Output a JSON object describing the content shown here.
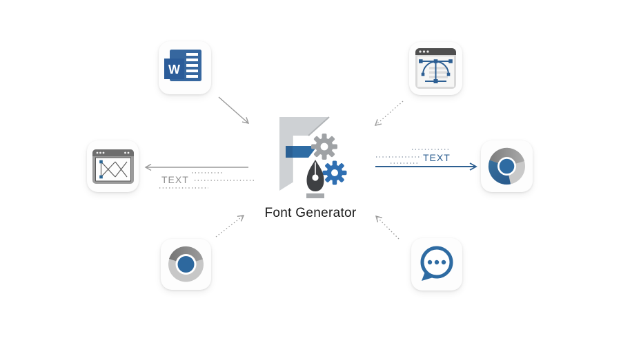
{
  "title": "Font Generator",
  "flow_labels": {
    "left": "TEXT",
    "right": "TEXT"
  },
  "connections": [
    {
      "from": "word-document",
      "to": "font-generator",
      "style": "solid",
      "label": ""
    },
    {
      "from": "vector-editor",
      "to": "font-generator",
      "style": "dotted",
      "label": ""
    },
    {
      "from": "font-generator",
      "to": "browser-wireframe",
      "style": "solid",
      "label": "TEXT"
    },
    {
      "from": "font-generator",
      "to": "chromium-browser",
      "style": "solid",
      "label": "TEXT"
    },
    {
      "from": "chromium-app",
      "to": "font-generator",
      "style": "dotted",
      "label": ""
    },
    {
      "from": "chat-app",
      "to": "font-generator",
      "style": "dotted",
      "label": ""
    }
  ],
  "icons": {
    "word": {
      "name": "word-document-icon",
      "letter": "W"
    },
    "vector_editor": {
      "name": "vector-editor-icon"
    },
    "browser_wireframe": {
      "name": "browser-wireframe-icon"
    },
    "chromium": {
      "name": "chromium-browser-icon"
    },
    "chromium_flat": {
      "name": "chromium-app-icon"
    },
    "chat": {
      "name": "chat-bubble-icon"
    },
    "center": {
      "name": "font-generator-logo",
      "elements": [
        "letter-f",
        "gear-gray",
        "gear-blue",
        "pen-nib"
      ]
    }
  },
  "colors": {
    "accent_blue": "#2e6ca4",
    "word_blue": "#36679f",
    "word_dark_blue": "#2b5c99",
    "arrow_gray": "#9a9a9a",
    "label_gray": "#8f8f8f",
    "label_blue": "#2d5f91",
    "title_black": "#1a1a1a",
    "background": "#ffffff"
  }
}
